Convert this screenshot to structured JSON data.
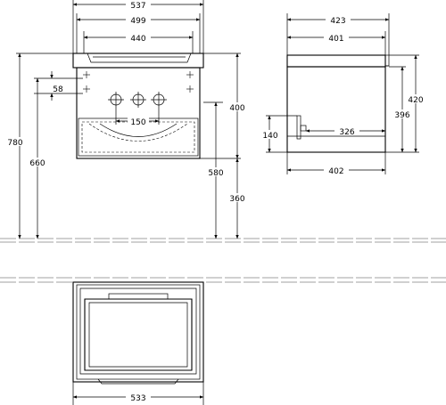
{
  "dimensions": {
    "front_total_width": "537",
    "front_body_width": "499",
    "front_inner_width": "440",
    "height_total": "780",
    "height_siphon": "660",
    "offset_58": "58",
    "bowl_height": "400",
    "hole_spacing": "150",
    "mount_height": "580",
    "floor_gap": "360",
    "side_total_depth": "423",
    "side_body_depth": "401",
    "side_height_420": "420",
    "side_height_396": "396",
    "side_drawer_depth": "326",
    "side_drawer_height": "140",
    "side_bottom_depth": "402",
    "top_width": "533"
  }
}
